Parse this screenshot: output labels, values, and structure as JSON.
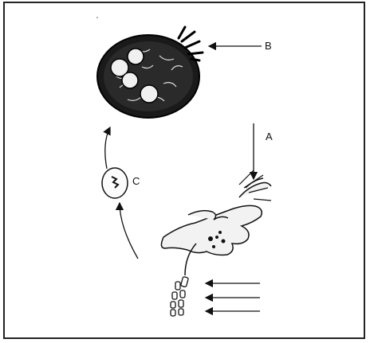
{
  "labels": {
    "a": "A",
    "b": "B",
    "c": "C"
  },
  "colors": {
    "ink": "#111111",
    "fill": "#f2f2f2",
    "border": "#222222"
  },
  "icons": [
    "sporocyst-illustration",
    "cell-illustration",
    "hand-illustration",
    "spore-cluster-illustration"
  ]
}
